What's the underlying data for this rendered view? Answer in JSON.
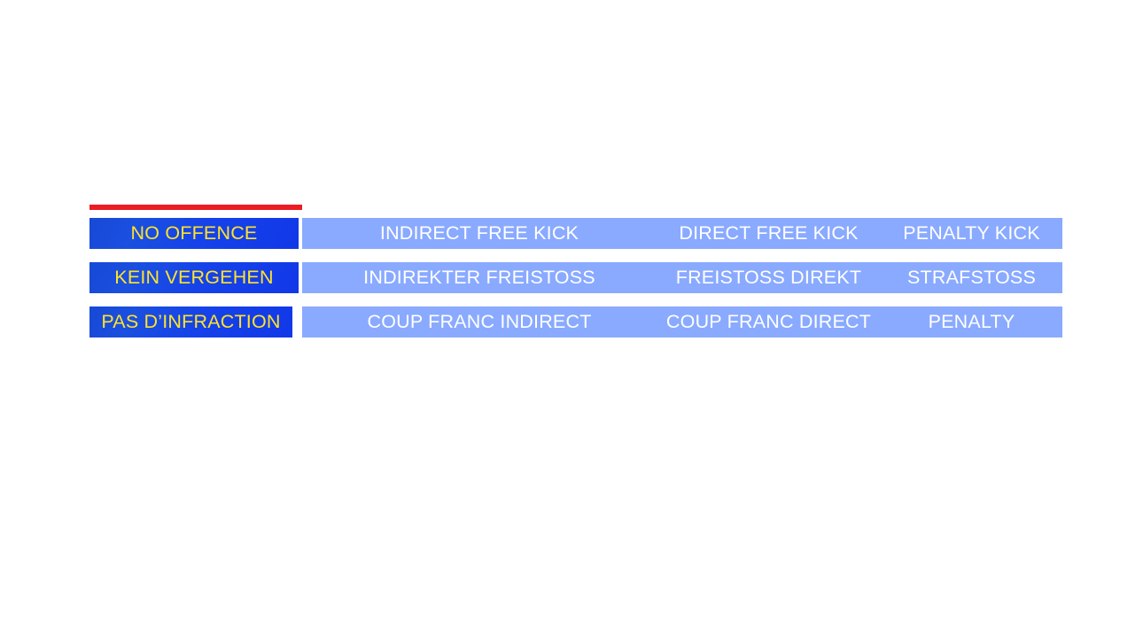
{
  "slide": {
    "background_color": "#ffffff",
    "accent_rule_color": "#ed1c24",
    "label_cell_color": "#1542ea",
    "label_text_color": "#ffe32b",
    "options_band_color": "#8aaaff",
    "options_text_color": "#ffffff"
  },
  "table": {
    "rows": [
      {
        "language": "english",
        "label": "NO OFFENCE",
        "label_cell_width": 236,
        "options": [
          "INDIRECT FREE KICK",
          "DIRECT FREE KICK",
          "PENALTY KICK"
        ]
      },
      {
        "language": "german",
        "label": "KEIN VERGEHEN",
        "label_cell_width": 236,
        "options": [
          "INDIREKTER FREISTOSS",
          "FREISTOSS DIREKT",
          "STRAFSTOSS"
        ]
      },
      {
        "language": "french",
        "label": "PAS D’INFRACTION",
        "label_cell_width": 229,
        "options": [
          "COUP FRANC INDIRECT",
          "COUP FRANC DIRECT",
          "PENALTY"
        ]
      }
    ]
  }
}
